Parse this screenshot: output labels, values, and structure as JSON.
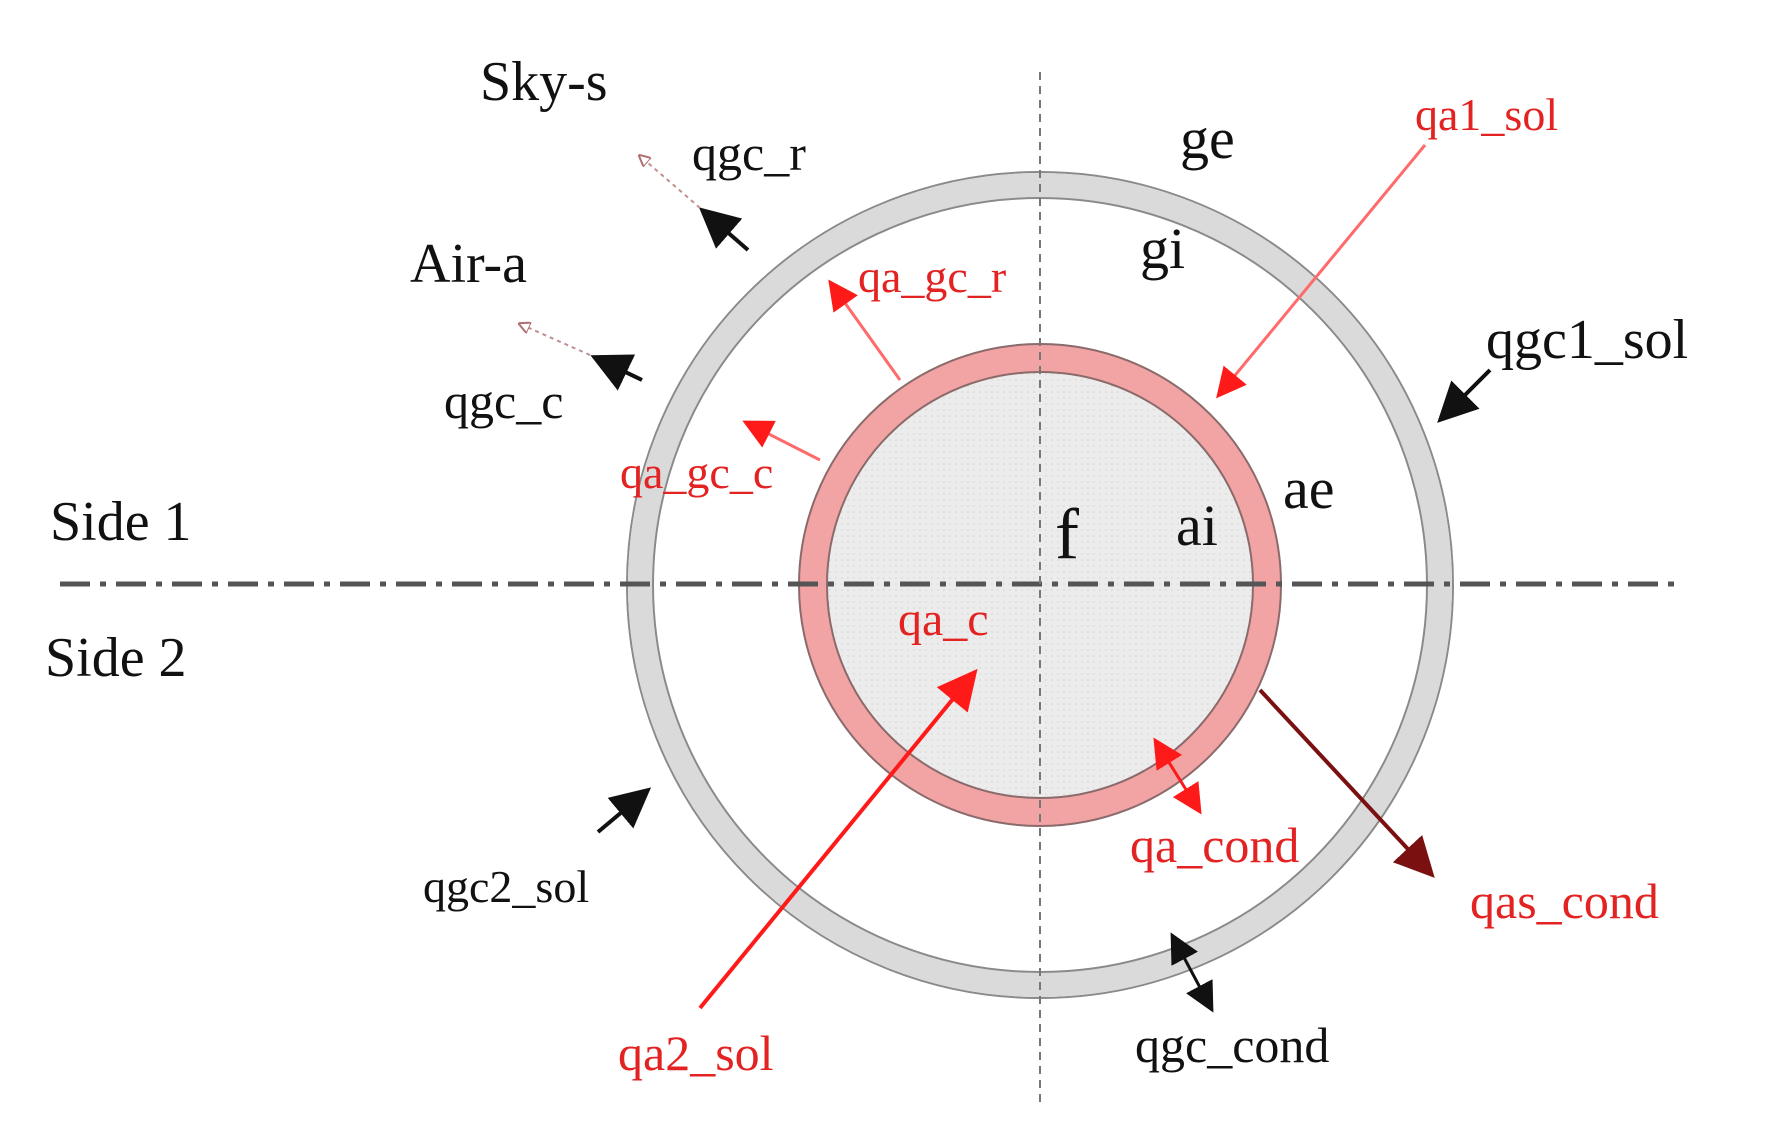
{
  "labels": {
    "sky": "Sky-s",
    "air": "Air-a",
    "side1": "Side 1",
    "side2": "Side 2",
    "ge": "ge",
    "gi": "gi",
    "ae": "ae",
    "ai": "ai",
    "f": "f",
    "qgc_r": "qgc_r",
    "qgc_c": "qgc_c",
    "qgc1_sol": "qgc1_sol",
    "qgc2_sol": "qgc2_sol",
    "qgc_cond": "qgc_cond",
    "qa1_sol": "qa1_sol",
    "qa_gc_r": "qa_gc_r",
    "qa_gc_c": "qa_gc_c",
    "qa_c": "qa_c",
    "qa_cond": "qa_cond",
    "qas_cond": "qas_cond",
    "qa2_sol": "qa2_sol"
  },
  "colors": {
    "black_label": "#111111",
    "red_label": "#e32222",
    "glass_ring": "#d9d9d9",
    "absorber_ring": "#f2a3a3",
    "fluid": "#ececec",
    "dark_red_arrow": "#7a1010"
  }
}
